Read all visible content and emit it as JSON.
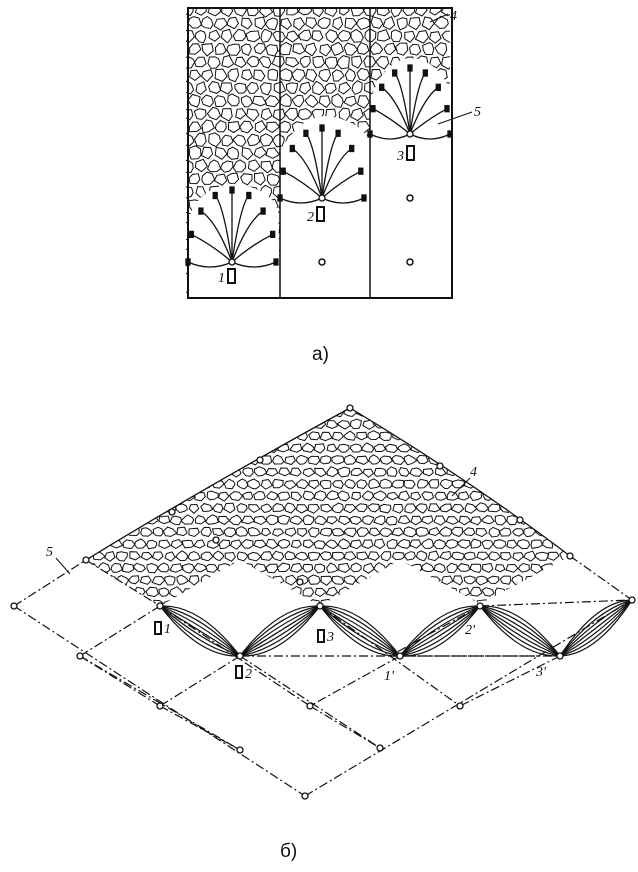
{
  "captions": {
    "a": "а)",
    "b": "б)"
  },
  "diagram_a": {
    "callouts": [
      "4",
      "5"
    ],
    "holes": [
      {
        "number": "1"
      },
      {
        "number": "2"
      },
      {
        "number": "3"
      }
    ]
  },
  "diagram_b": {
    "callouts": [
      "4",
      "5"
    ],
    "holes": [
      "1",
      "2",
      "3",
      "1'",
      "2'",
      "3'"
    ]
  },
  "colors": {
    "ink": "#111111",
    "paper": "#ffffff"
  }
}
